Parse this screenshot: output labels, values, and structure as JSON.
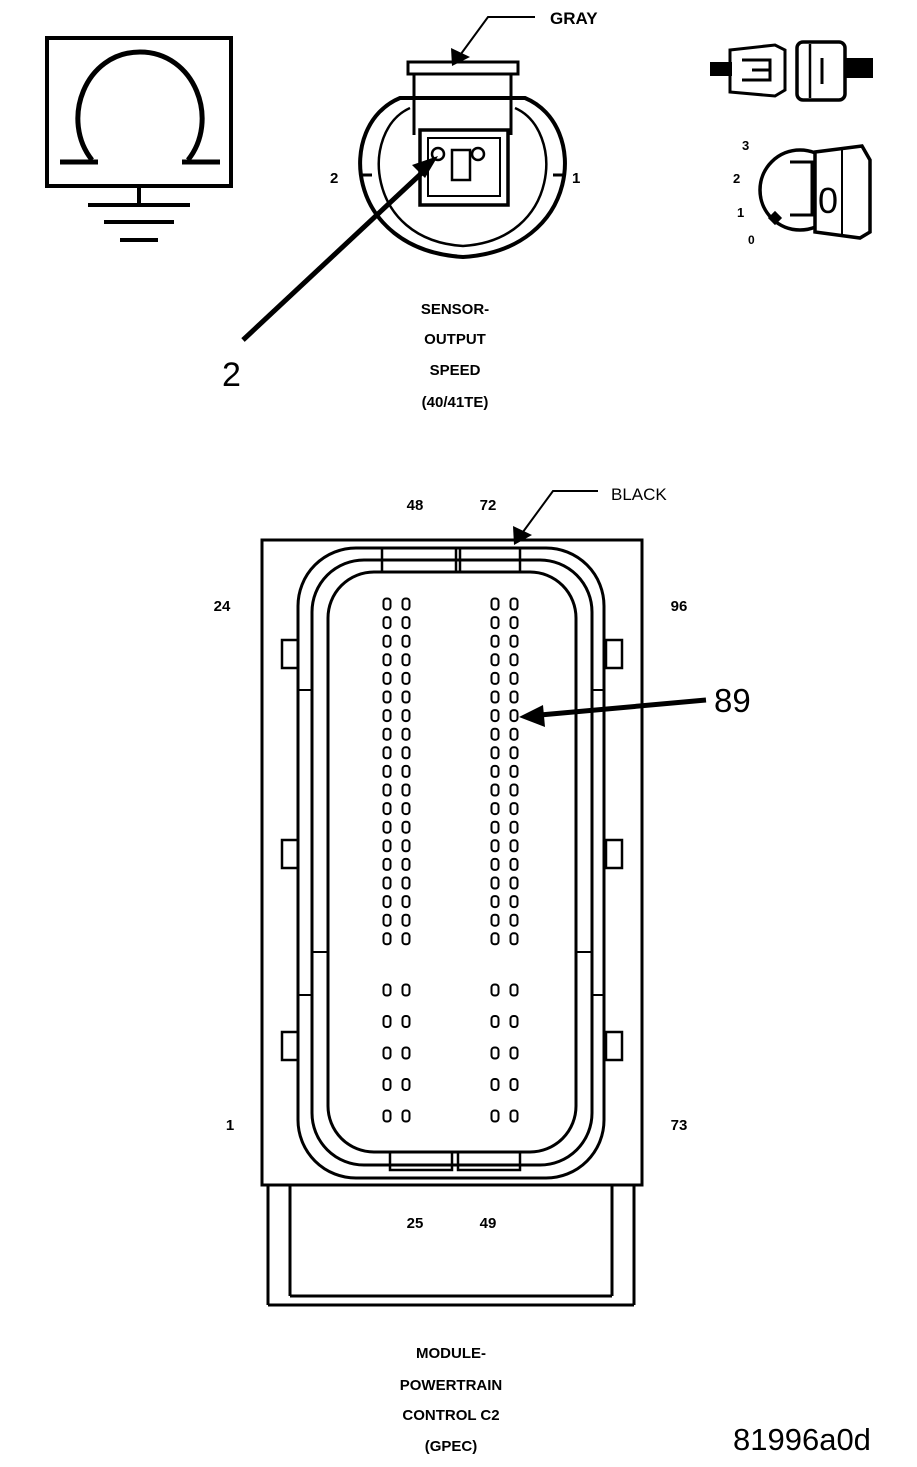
{
  "sensor_connector": {
    "color_label": "GRAY",
    "pin_left_label": "2",
    "pin_right_label": "1",
    "callout_pin": "2",
    "title_lines": [
      "SENSOR-",
      "OUTPUT",
      "SPEED",
      "(40/41TE)"
    ]
  },
  "ignition_switch": {
    "positions": [
      "3",
      "2",
      "1",
      "0"
    ],
    "key_glyph": "0"
  },
  "module_connector": {
    "color_label": "BLACK",
    "cavity_labels": {
      "top_left": "48",
      "top_right": "72",
      "left_top": "24",
      "right_top": "96",
      "left_bottom": "1",
      "right_bottom": "73",
      "bottom_left": "25",
      "bottom_right": "49"
    },
    "callout_pin": "89",
    "title_lines": [
      "MODULE-",
      "POWERTRAIN",
      "CONTROL C2",
      "(GPEC)"
    ]
  },
  "figure_id": "81996a0d",
  "icons": [
    "ohmmeter-ground-icon",
    "connector-icon",
    "ignition-key-icon"
  ]
}
